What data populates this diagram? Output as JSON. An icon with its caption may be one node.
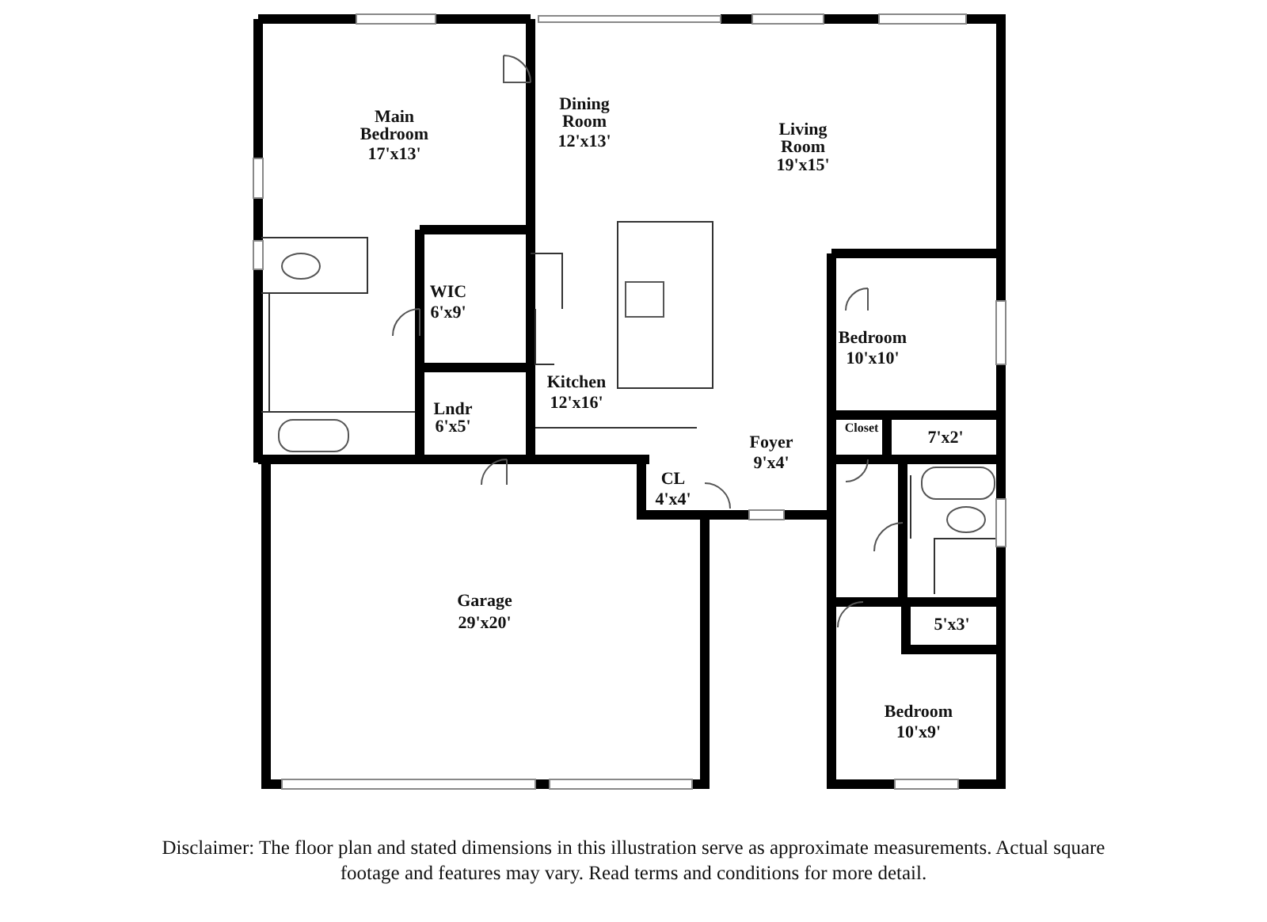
{
  "diagram": {
    "caption": "Disclaimer: The floor plan and stated dimensions in this illustration serve as approximate measurements. Actual square footage and features may vary. Read terms and conditions for more detail.",
    "labels": [
      "Dining Room",
      "12'x13'",
      "Main Bedroom",
      "17'x13'",
      "Living Room",
      "19'x15'",
      "WIC",
      "6'x9'",
      "Bedroom",
      "10'x10'",
      "Kitchen",
      "12'x16'",
      "Lndr",
      "6'x5'",
      "Closet",
      "7'x2'",
      "Foyer",
      "9'x4'",
      "CL",
      "4'x4'",
      "5'x3'",
      "Garage",
      "29'x20'",
      "Bedroom",
      "10'x9'"
    ]
  }
}
